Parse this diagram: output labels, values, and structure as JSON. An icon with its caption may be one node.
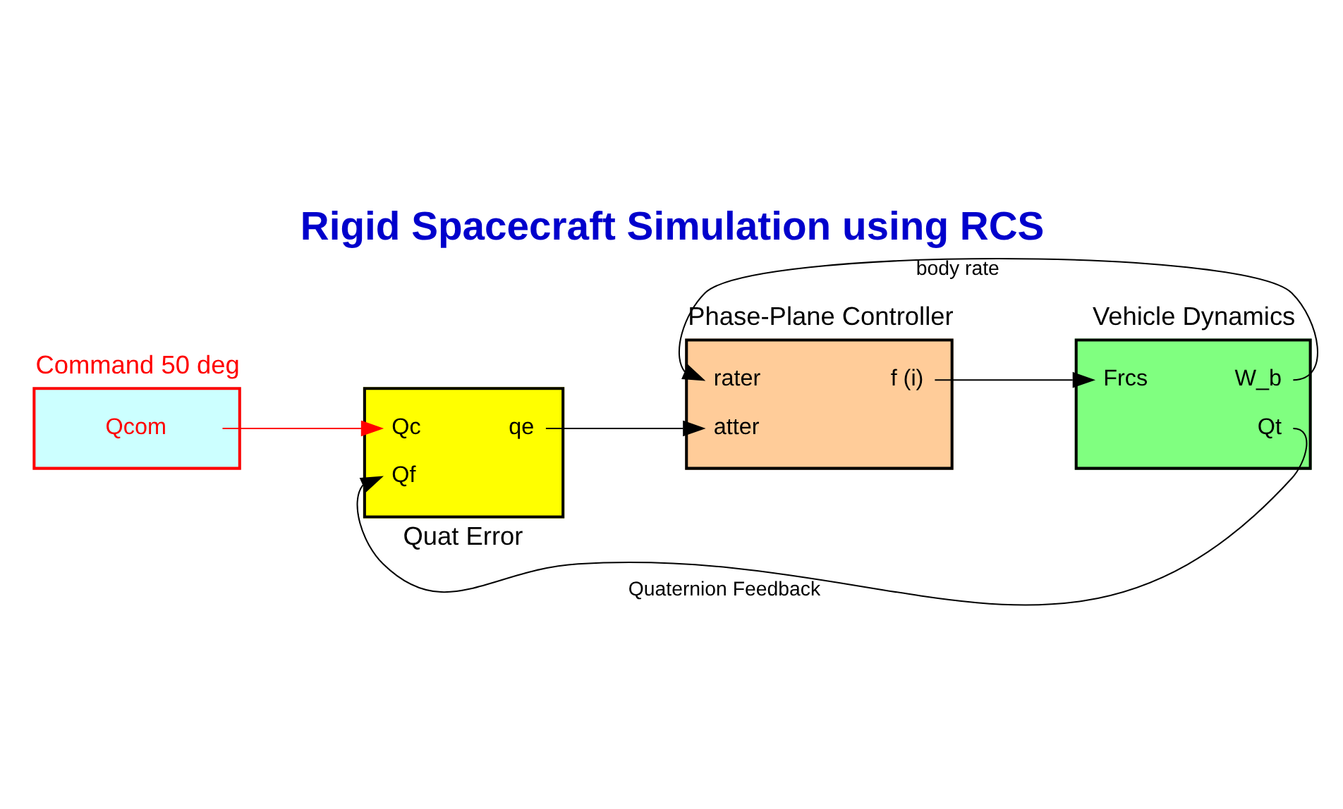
{
  "diagram": {
    "title": "Rigid Spacecraft Simulation using RCS",
    "nodes": [
      {
        "text": [
          "Qcom"
        ],
        "beside": [
          "Command 50 deg"
        ]
      },
      {
        "text": [
          "Qc",
          "Qf",
          "qe",
          "Quat Error"
        ]
      },
      {
        "text": [
          "Phase-Plane Controller",
          "rater",
          "atter",
          "f (i)"
        ]
      },
      {
        "text": [
          "Vehicle Dynamics",
          "Frcs",
          "W_b",
          "Qt"
        ]
      }
    ],
    "edges": [
      {
        "from": 0,
        "to": 1,
        "arrow": "to",
        "color": "#ff0000"
      },
      {
        "from": 1,
        "to": 2,
        "arrow": "to"
      },
      {
        "from": 2,
        "to": 3,
        "arrow": "to"
      },
      {
        "from": 3,
        "to": 2,
        "arrow": "to",
        "label": "body rate"
      },
      {
        "from": 3,
        "to": 1,
        "arrow": "to",
        "label": "Quaternion Feedback"
      }
    ]
  }
}
